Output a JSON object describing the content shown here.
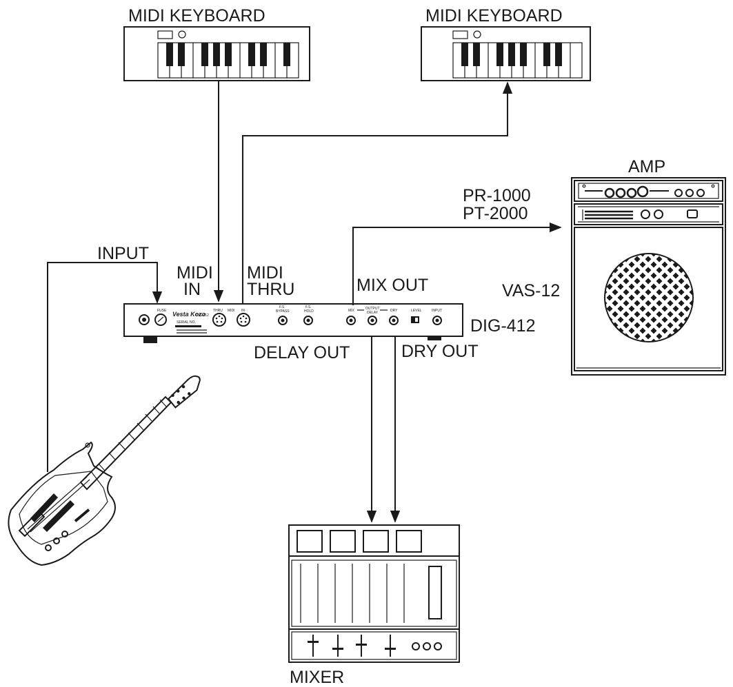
{
  "labels": {
    "keyboard_left": "MIDI KEYBOARD",
    "keyboard_right": "MIDI KEYBOARD",
    "amp": "AMP",
    "pr1000": "PR-1000",
    "pt2000": "PT-2000",
    "vas12": "VAS-12",
    "input": "INPUT",
    "midi_in_1": "MIDI",
    "midi_in_2": "IN",
    "midi_thru_1": "MIDI",
    "midi_thru_2": "THRU",
    "mix_out": "MIX OUT",
    "dig412": "DIG-412",
    "delay_out": "DELAY OUT",
    "dry_out": "DRY OUT",
    "mixer": "MIXER"
  },
  "device_panel": {
    "brand": "Vesta Kozo",
    "model": "DIG-412",
    "fuse": "FUSE",
    "serial": "SERIAL NO.",
    "thru": "THRU",
    "midi": "MIDI",
    "in": "IN",
    "fs_bypass_1": "F.S.",
    "fs_bypass_2": "BYPASS",
    "fs_hold_1": "F.S.",
    "fs_hold_2": "HOLD",
    "mix": "MIX",
    "output": "OUTPUT",
    "delay": "DELAY",
    "dry": "DRY",
    "level": "LEVEL",
    "input": "INPUT"
  },
  "colors": {
    "ink": "#1a1a1a",
    "background": "#ffffff"
  }
}
